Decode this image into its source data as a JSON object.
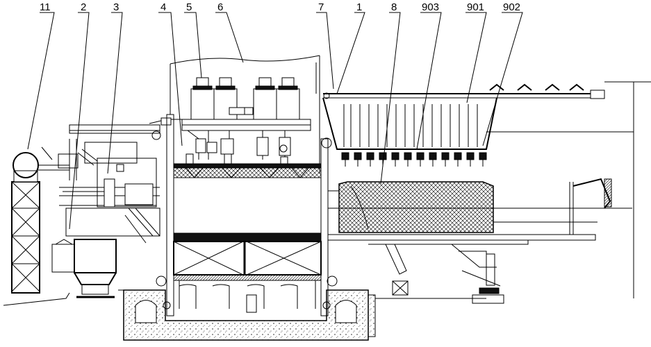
{
  "callouts": [
    {
      "id": "c11",
      "text": "11"
    },
    {
      "id": "c2",
      "text": "2"
    },
    {
      "id": "c3",
      "text": "3"
    },
    {
      "id": "c4",
      "text": "4"
    },
    {
      "id": "c5",
      "text": "5"
    },
    {
      "id": "c6",
      "text": "6"
    },
    {
      "id": "c7",
      "text": "7"
    },
    {
      "id": "c1",
      "text": "1"
    },
    {
      "id": "c8",
      "text": "8"
    },
    {
      "id": "c903",
      "text": "903"
    },
    {
      "id": "c901",
      "text": "901"
    },
    {
      "id": "c902",
      "text": "902"
    }
  ],
  "colors": {
    "line": "#000000",
    "background": "#ffffff"
  }
}
